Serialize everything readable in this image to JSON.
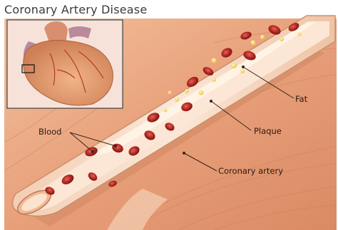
{
  "title": "Coronary Artery Disease",
  "labels": {
    "fat": "Fat",
    "blood": "Blood",
    "plaque": "Plaque",
    "coronary_artery": "Coronary artery"
  },
  "colors": {
    "background_muscle": "#e9a57c",
    "artery_wall": "#f6dcc6",
    "artery_lumen": "#fbe5d2",
    "blood_cell": "#a8201c",
    "fat_droplet": "#f3d35a",
    "leader_line": "#3a2418"
  }
}
